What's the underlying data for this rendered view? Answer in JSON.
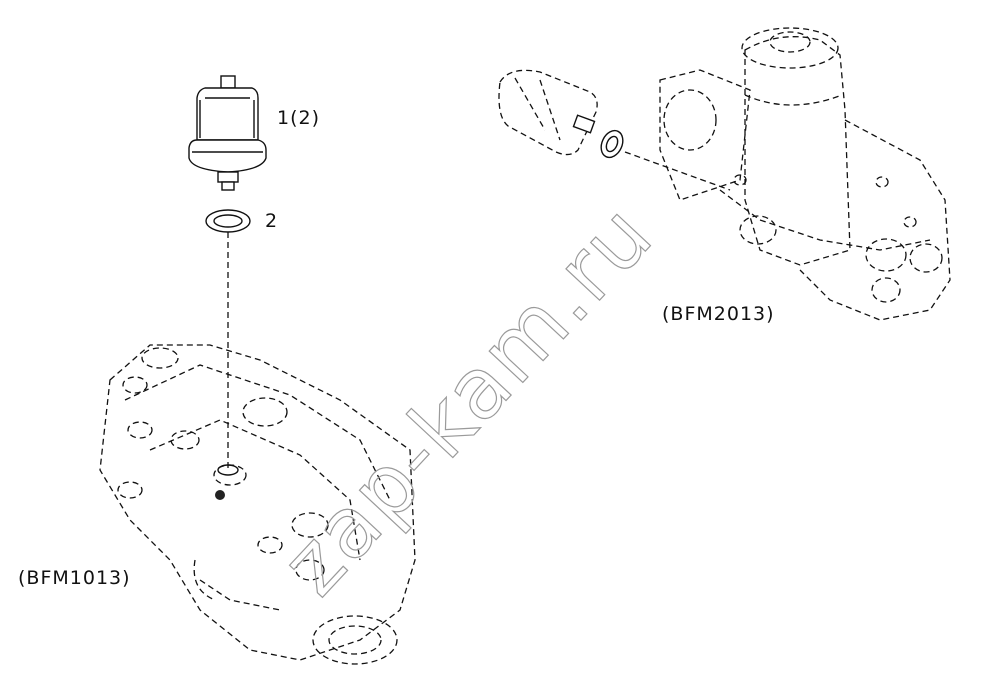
{
  "diagram": {
    "callouts": [
      {
        "id": "sender",
        "text": "1(2)"
      },
      {
        "id": "seal",
        "text": "2"
      }
    ],
    "variants": [
      {
        "id": "bfm1013",
        "text": "(BFM1013)"
      },
      {
        "id": "bfm2013",
        "text": "(BFM2013)"
      }
    ],
    "watermark": "zap-kam.ru"
  }
}
